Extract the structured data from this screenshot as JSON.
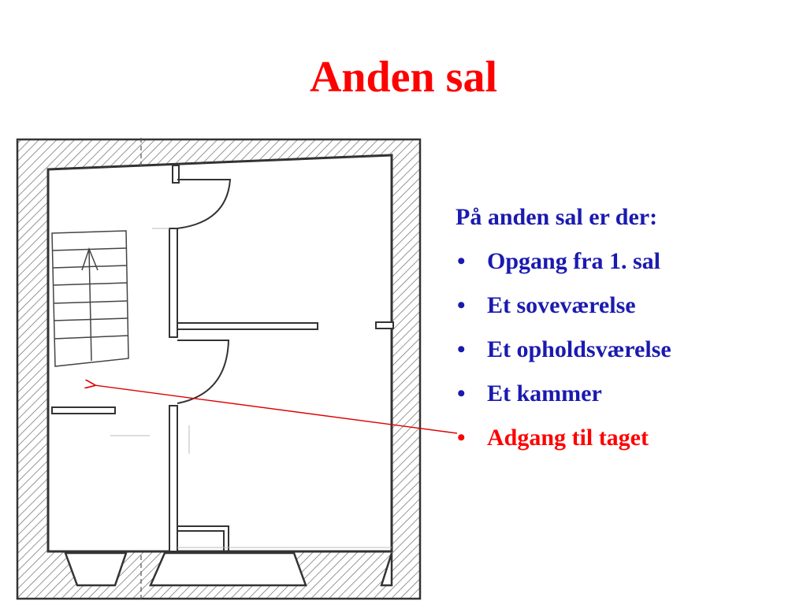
{
  "slide": {
    "title": "Anden sal",
    "colors": {
      "title": "#ff0000",
      "text": "#1a1ab0",
      "highlight": "#ff0000",
      "wall_line": "#333333",
      "annotation_arrow": "#dd0000"
    }
  },
  "content": {
    "intro": "På anden sal er der:",
    "bullet_symbol": "•",
    "items": [
      {
        "label": "Opgang fra 1. sal",
        "highlighted": false
      },
      {
        "label": "Et soveværelse",
        "highlighted": false
      },
      {
        "label": "Et opholdsværelse",
        "highlighted": false
      },
      {
        "label": "Et kammer",
        "highlighted": false
      },
      {
        "label": "Adgang til taget",
        "highlighted": true
      }
    ]
  },
  "diagram": {
    "icons": [
      "staircase-icon",
      "up-arrow-icon",
      "door-swing-icon"
    ],
    "annotation": {
      "points_to": "staircase-landing",
      "from_item": 4
    }
  }
}
